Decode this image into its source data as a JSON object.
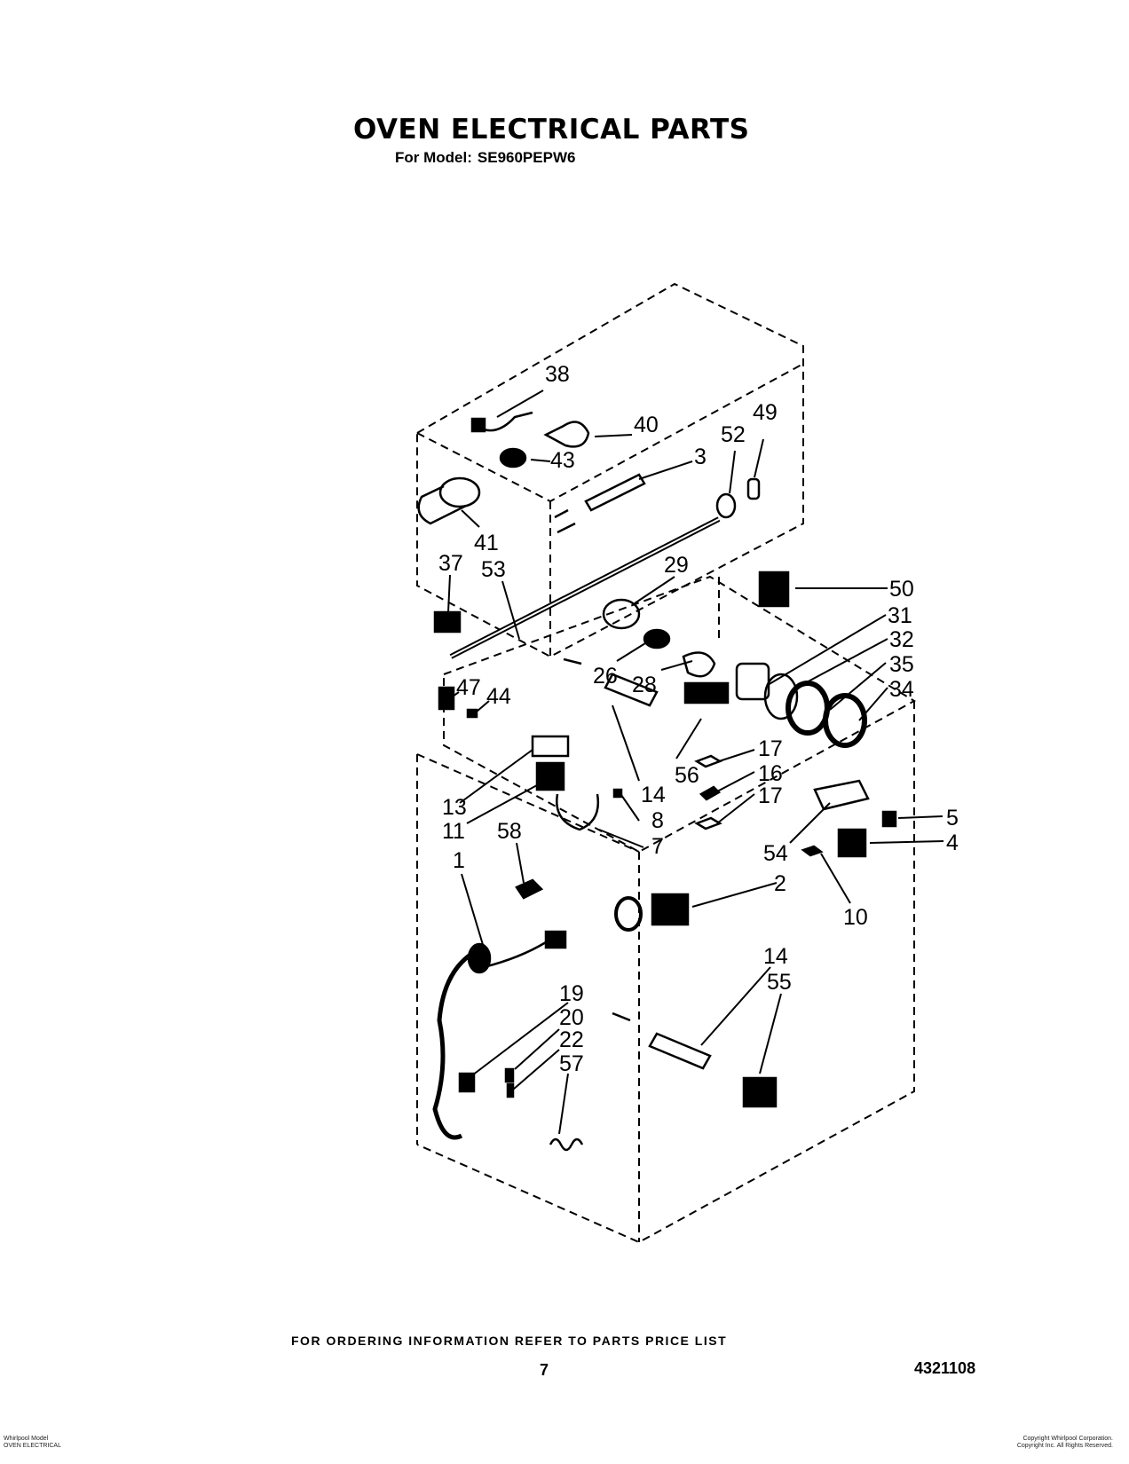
{
  "header": {
    "title": "OVEN ELECTRICAL PARTS",
    "model_label": "For Model:",
    "model_number": "SE960PEPW6"
  },
  "diagram": {
    "callouts": [
      "38",
      "40",
      "43",
      "3",
      "52",
      "49",
      "41",
      "37",
      "53",
      "29",
      "50",
      "31",
      "32",
      "35",
      "34",
      "26",
      "28",
      "47",
      "44",
      "17",
      "16",
      "17",
      "56",
      "14",
      "8",
      "7",
      "13",
      "11",
      "58",
      "1",
      "5",
      "4",
      "54",
      "2",
      "10",
      "14",
      "55",
      "19",
      "20",
      "22",
      "57"
    ]
  },
  "footer": {
    "ordering_note": "FOR ORDERING INFORMATION REFER TO PARTS PRICE LIST",
    "page_number": "7",
    "document_number": "4321108",
    "fine_print_left": [
      "Whirlpool Model",
      "OVEN ELECTRICAL"
    ],
    "fine_print_right": [
      "Copyright Whirlpool Corporation.",
      "Copyright Inc. All Rights Reserved."
    ]
  }
}
